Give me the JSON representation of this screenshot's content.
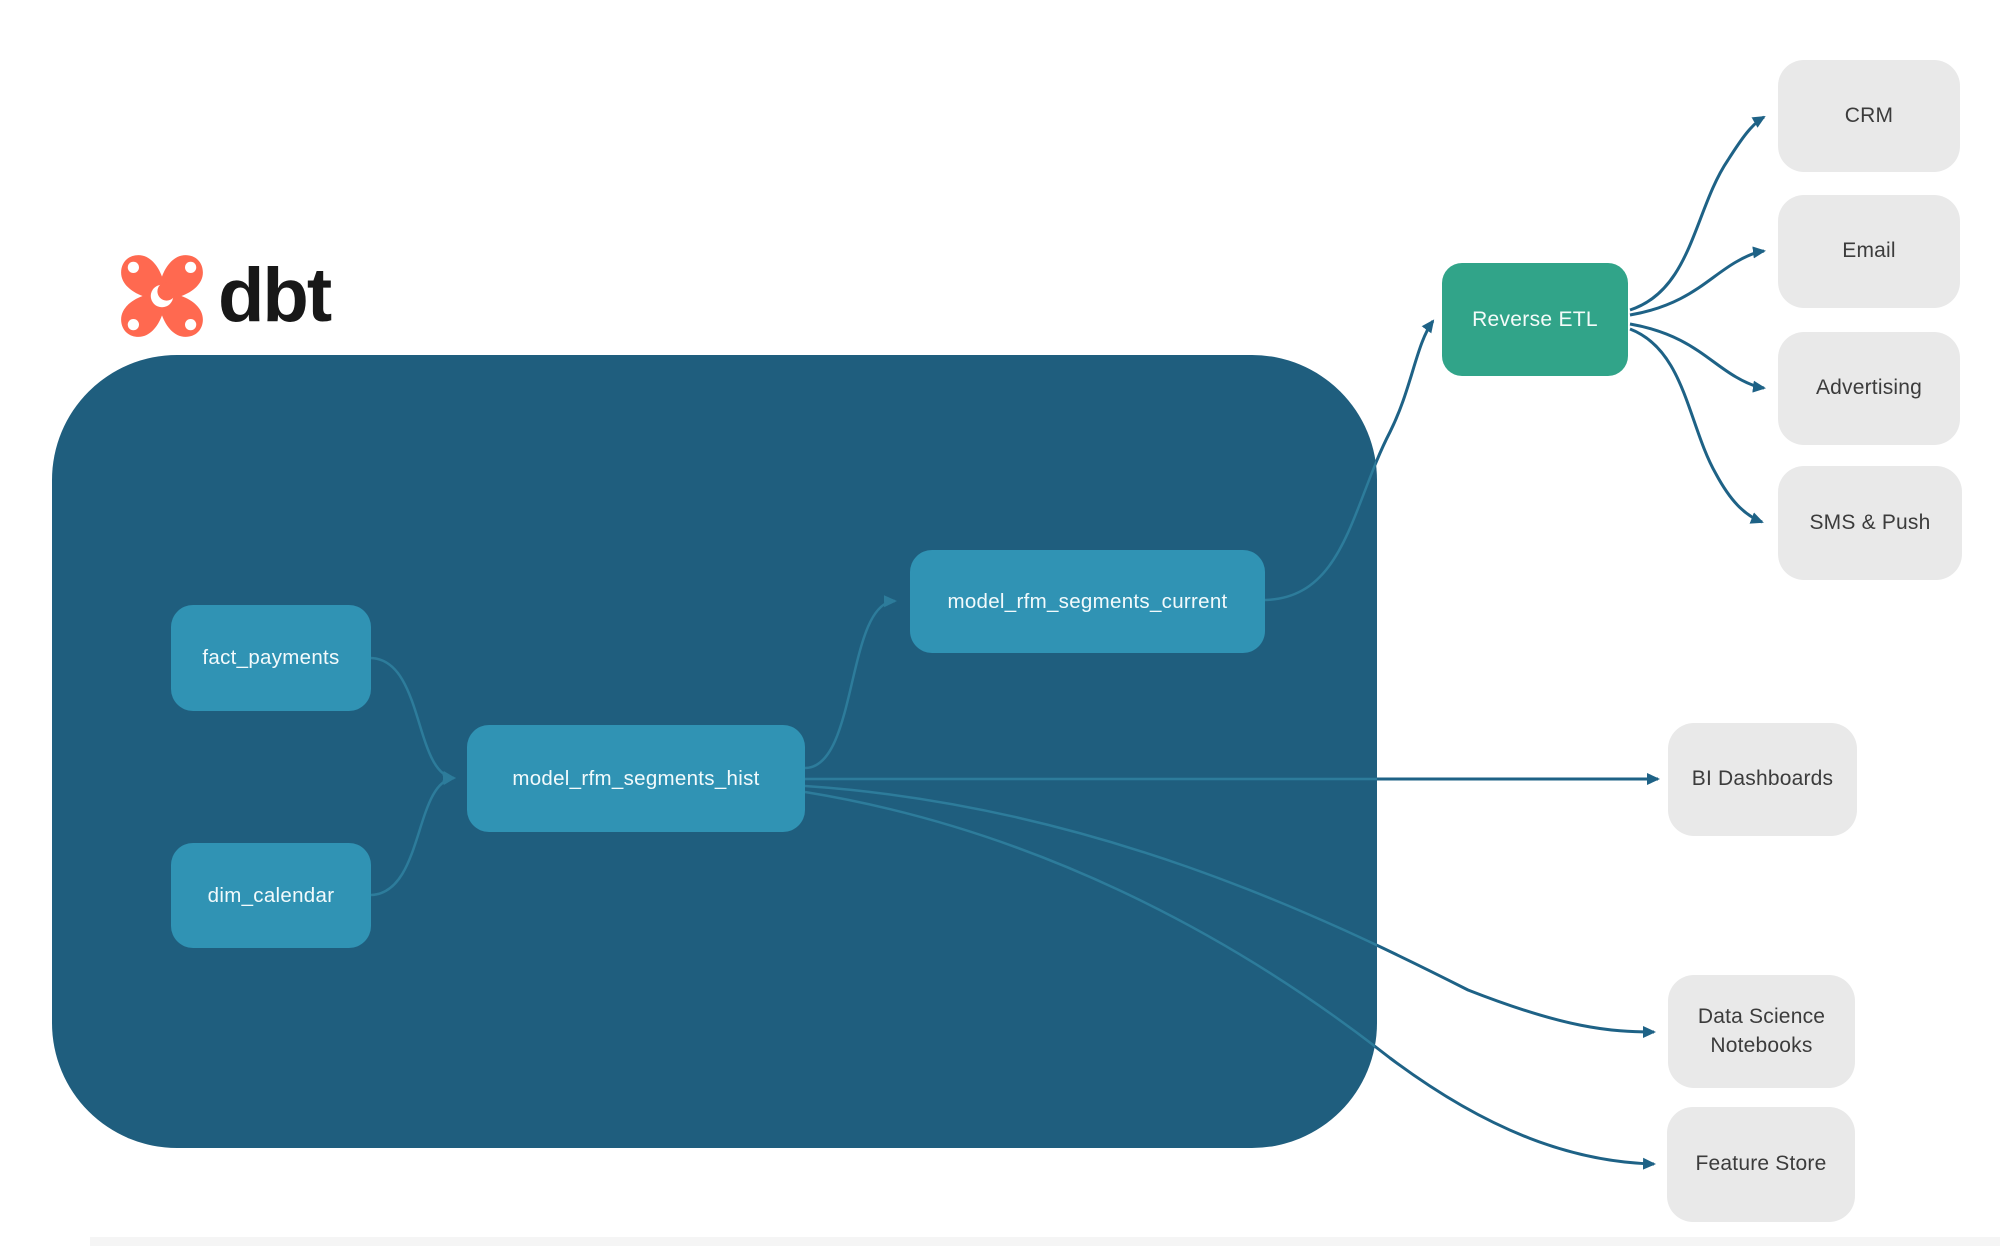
{
  "logo": {
    "text": "dbt"
  },
  "pipeline": {
    "models": [
      {
        "label": "fact_payments"
      },
      {
        "label": "dim_calendar"
      },
      {
        "label": "model_rfm_segments_hist"
      },
      {
        "label": "model_rfm_segments_current"
      }
    ],
    "reverse_etl": {
      "label": "Reverse ETL"
    },
    "activation_destinations": [
      {
        "label": "CRM"
      },
      {
        "label": "Email"
      },
      {
        "label": "Advertising"
      },
      {
        "label": "SMS & Push"
      }
    ],
    "analytics_outputs": [
      {
        "label": "BI Dashboards"
      },
      {
        "label": "Data Science Notebooks"
      },
      {
        "label": "Feature Store"
      }
    ]
  },
  "colors": {
    "container_fill": "#1f5e7e",
    "model_node_fill": "#3093b4",
    "reverse_etl_fill": "#31a489",
    "destination_fill": "#e9e9e9",
    "edge_outside": "#1e6286",
    "edge_inside": "#2d7c9b",
    "logo_orange": "#ff6950",
    "logo_text": "#181818",
    "destination_text": "#3c3c3c"
  }
}
